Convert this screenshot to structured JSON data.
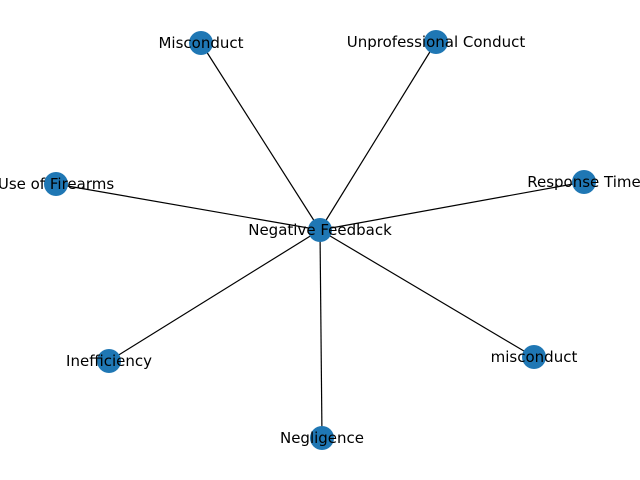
{
  "graph": {
    "node_color": "#1f77b4",
    "edge_color": "#000000",
    "center": {
      "id": "negative-feedback",
      "label": "Negative Feedback"
    },
    "nodes": [
      {
        "id": "misconduct-upper",
        "label": "Misconduct"
      },
      {
        "id": "unprofessional-conduct",
        "label": "Unprofessional Conduct"
      },
      {
        "id": "use-of-firearms",
        "label": "Use of Firearms"
      },
      {
        "id": "response-time",
        "label": "Response Time"
      },
      {
        "id": "inefficiency",
        "label": "Inefficiency"
      },
      {
        "id": "misconduct-lower",
        "label": "misconduct"
      },
      {
        "id": "negligence",
        "label": "Negligence"
      }
    ]
  }
}
